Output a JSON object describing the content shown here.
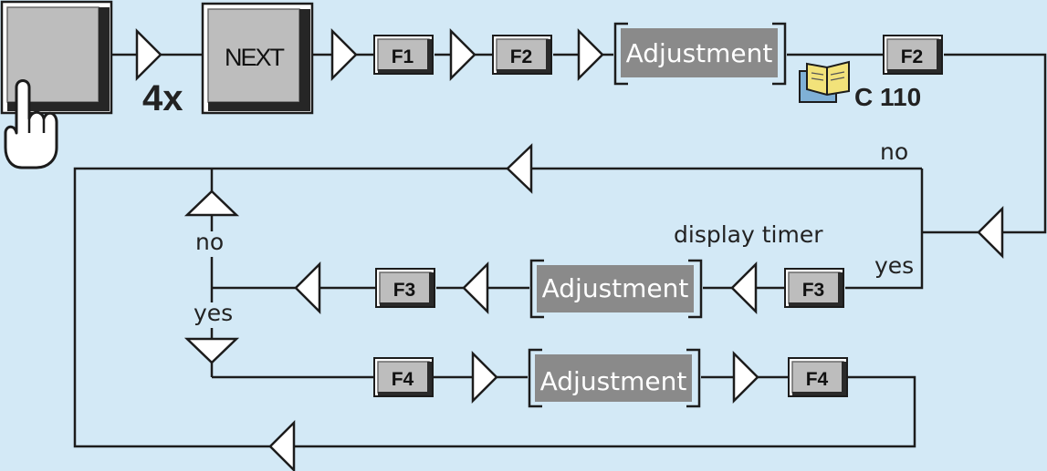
{
  "keys": {
    "next": "NEXT",
    "f1": "F1",
    "f2": "F2",
    "f3": "F3",
    "f4": "F4"
  },
  "repeat": "4x",
  "adjustment": "Adjustment",
  "reference": "C 110",
  "labels": {
    "no": "no",
    "yes": "yes",
    "display_timer": "display timer"
  },
  "icons": {
    "hand": "hand-pointer-icon",
    "book": "book-icon"
  },
  "colors": {
    "background": "#d3e9f6",
    "key_face": "#bdbdbd",
    "adjustment_box": "#8a8a8a",
    "book": "#f2e27a"
  }
}
